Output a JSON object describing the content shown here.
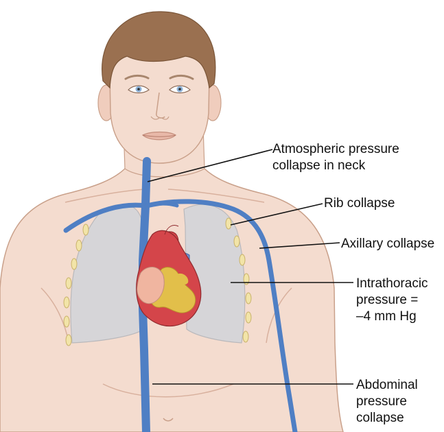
{
  "labels": {
    "neck": "Atmospheric pressure\ncollapse in neck",
    "rib": "Rib collapse",
    "axillary": "Axillary collapse",
    "intrathoracic": "Intrathoracic\npressure =\n–4 mm Hg",
    "abdominal": "Abdominal\npressure\ncollapse"
  },
  "colors": {
    "skin": "#f4dccf",
    "skin_shadow": "#e9c4b1",
    "hair": "#9a7050",
    "lung": "#d6d5d8",
    "vein": "#4f7fc4",
    "heart_red": "#d4454a",
    "heart_yellow": "#e2bf4a",
    "rib": "#f2e4a8"
  }
}
